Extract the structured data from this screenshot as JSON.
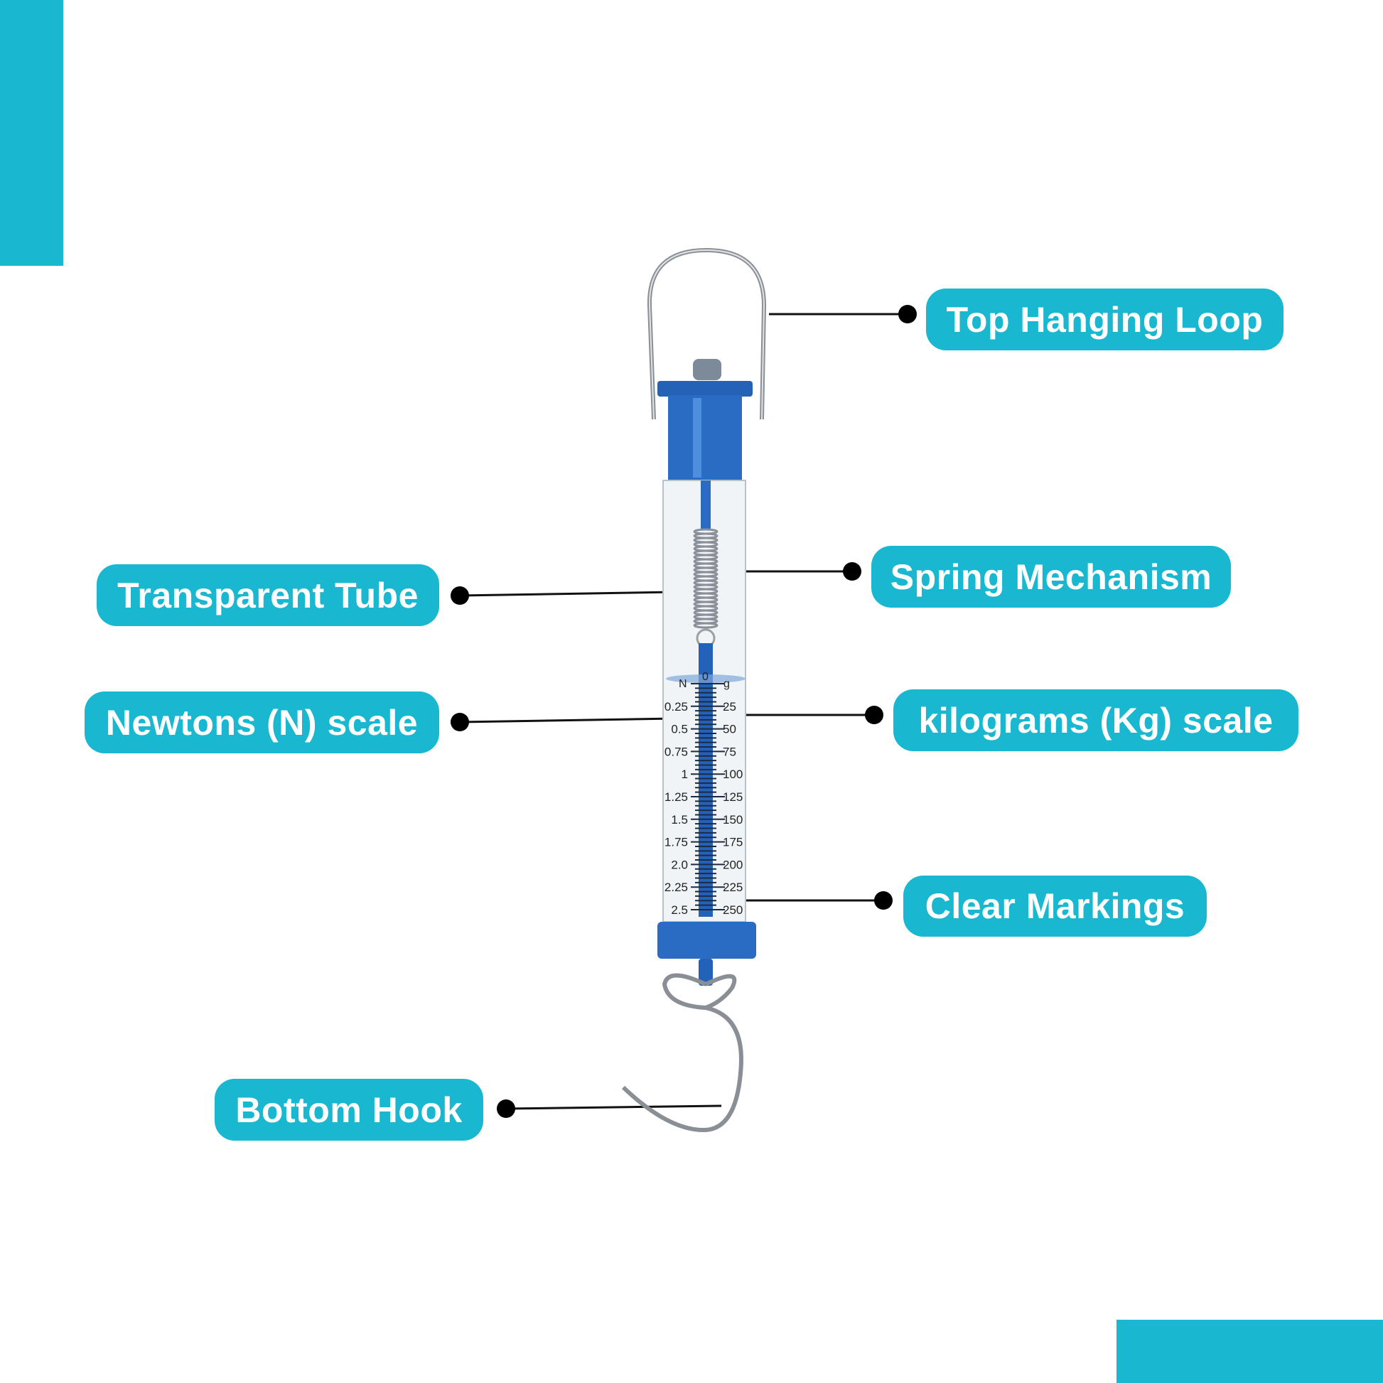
{
  "accent_color": "#1ab8d0",
  "labels": {
    "top_loop": "Top Hanging Loop",
    "spring": "Spring Mechanism",
    "tube": "Transparent Tube",
    "newtons": "Newtons (N) scale",
    "kilograms": "kilograms (Kg) scale",
    "markings": "Clear Markings",
    "hook": "Bottom Hook"
  },
  "scale": {
    "left_unit": "N",
    "right_unit": "g",
    "zero": "0",
    "newtons": [
      "0.25",
      "0.5",
      "0.75",
      "1",
      "1.25",
      "1.5",
      "1.75",
      "2.0",
      "2.25",
      "2.5"
    ],
    "grams": [
      "25",
      "50",
      "75",
      "100",
      "125",
      "150",
      "175",
      "200",
      "225",
      "250"
    ]
  }
}
